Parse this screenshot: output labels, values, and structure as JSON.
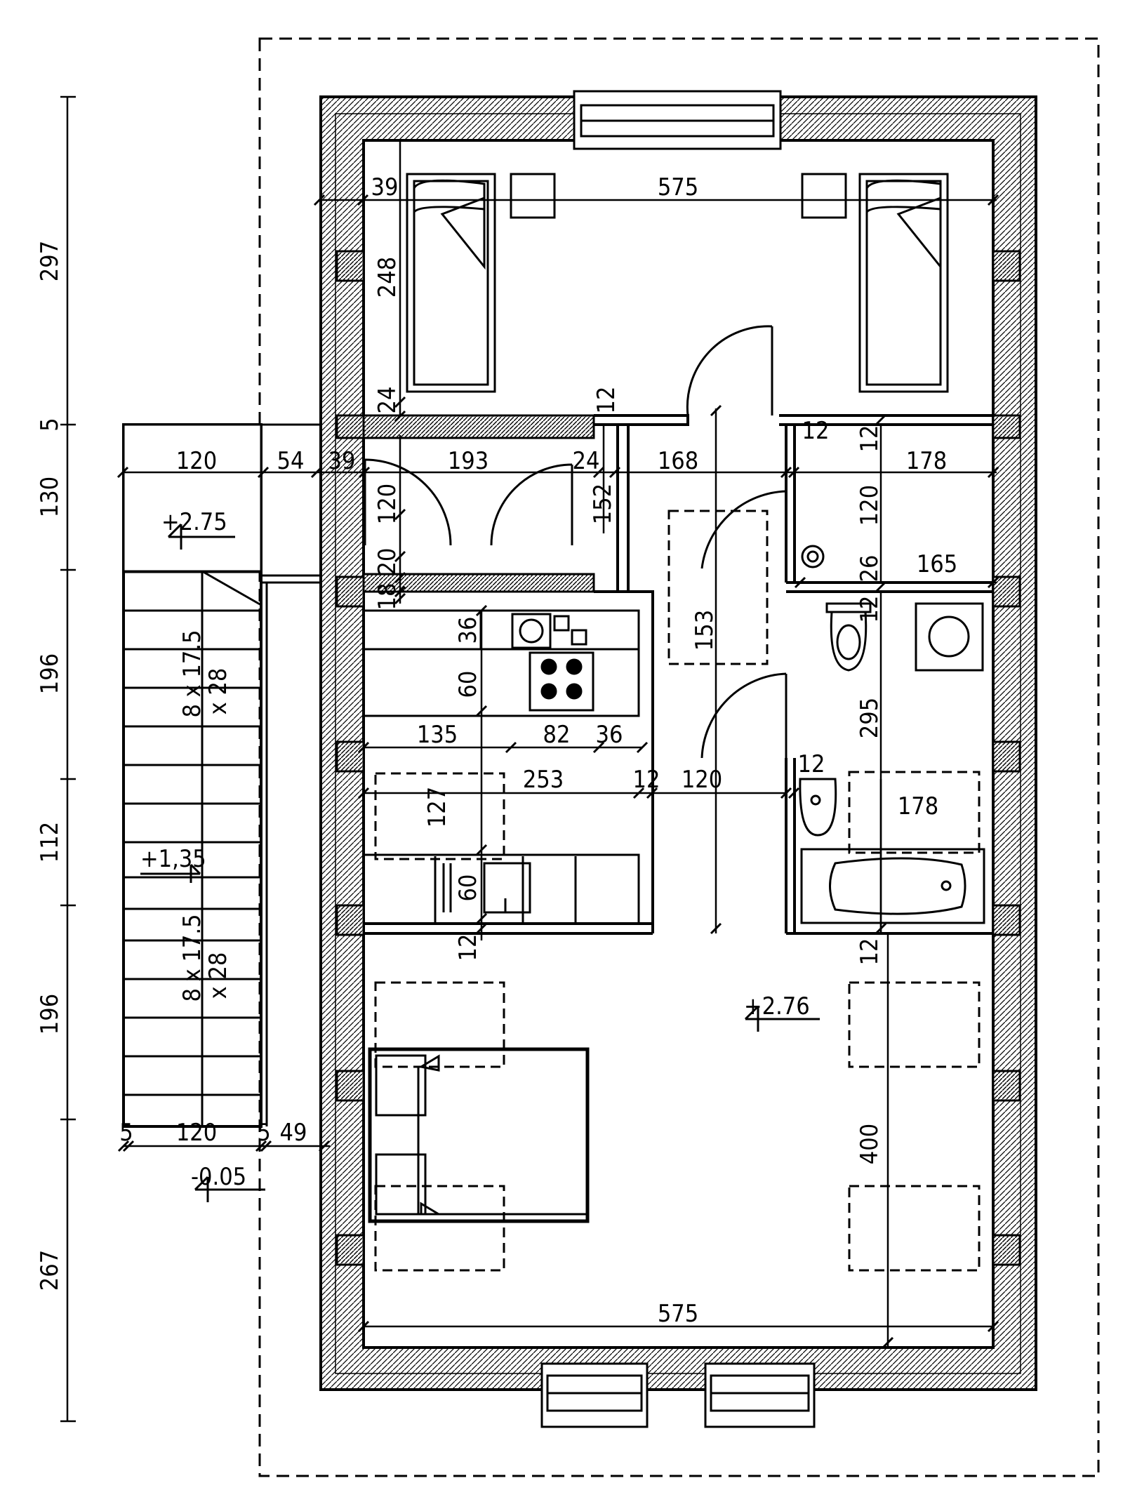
{
  "plan": {
    "dims": {
      "left_297": "297",
      "left_5": "5",
      "left_130": "130",
      "left_196a": "196",
      "left_112": "112",
      "left_196b": "196",
      "left_267": "267",
      "top_39": "39",
      "top_575": "575",
      "bed_248": "248",
      "w_24a": "24",
      "w_12a": "12",
      "r_120": "120",
      "r_54": "54",
      "r_39": "39",
      "r_193": "193",
      "r_24b": "24",
      "r_168": "168",
      "r_12b": "12",
      "r_12c": "12",
      "r_178": "178",
      "v_120a": "120",
      "v_152": "152",
      "v_120b": "120",
      "v_20": "20",
      "v_18": "18",
      "v_26": "26",
      "v_12d": "12",
      "r_165": "165",
      "k_36a": "36",
      "k_60a": "60",
      "v_153": "153",
      "k_135": "135",
      "k_82": "82",
      "k_36b": "36",
      "v_295": "295",
      "m_253": "253",
      "m_12e": "12",
      "m_120": "120",
      "m_12f": "12",
      "t_127": "127",
      "b_178": "178",
      "k_60b": "60",
      "k_12g": "12",
      "k_12h": "12",
      "s_5a": "5",
      "s_120": "120",
      "s_5b": "5",
      "s_49": "49",
      "v_400": "400",
      "bot_575": "575"
    },
    "levels": {
      "landing": "+2.75",
      "mid": "+1,35",
      "ground": "-0.05",
      "floor": "+2.76"
    },
    "stairs": {
      "upper_a": "8 x 17.5",
      "upper_b": "x 28",
      "lower_a": "8 x 17.5",
      "lower_b": "x 28"
    }
  }
}
